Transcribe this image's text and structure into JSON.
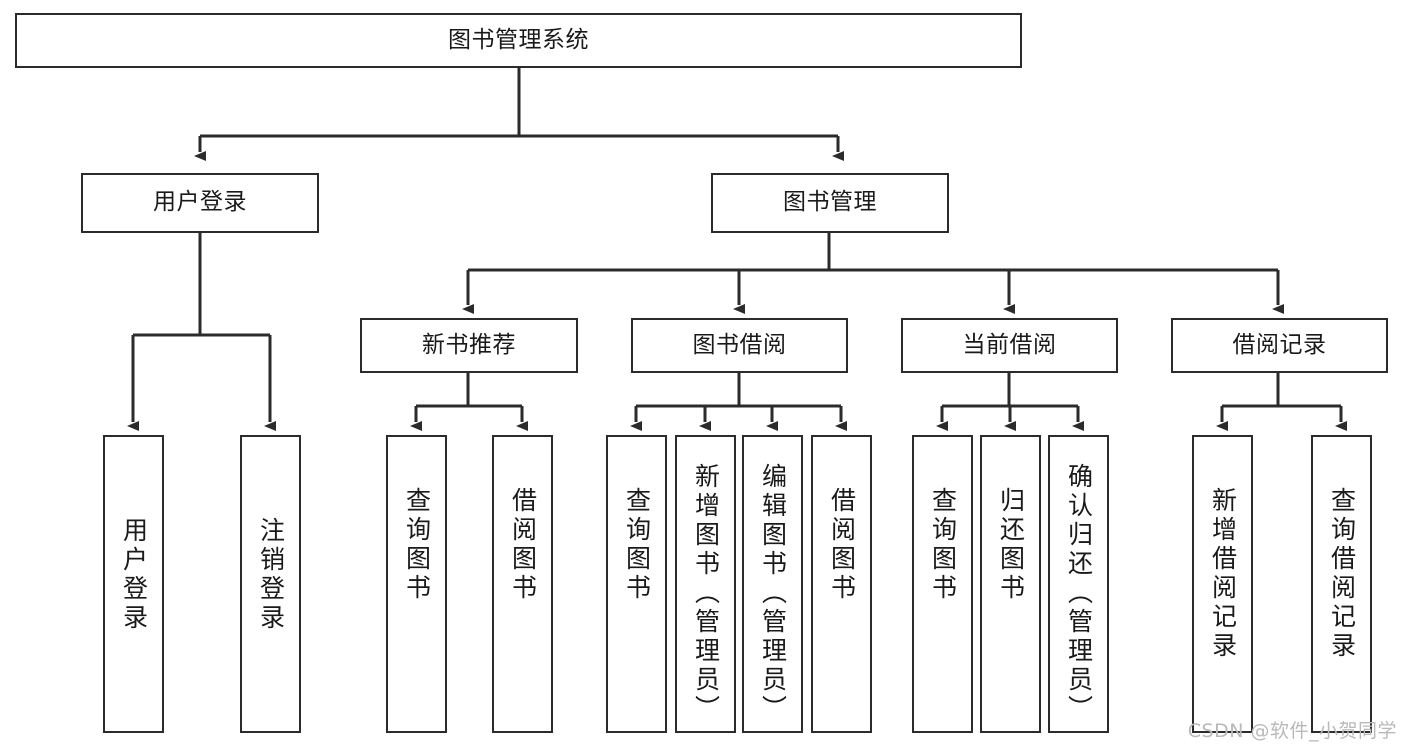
{
  "diagram": {
    "title": "图书管理系统",
    "type": "tree",
    "stroke_color": "#2b2b2b",
    "fill_color": "#ffffff",
    "text_color": "#1a1a1a"
  },
  "root": {
    "label": "图书管理系统"
  },
  "level2": [
    {
      "label": "用户登录"
    },
    {
      "label": "图书管理"
    }
  ],
  "level3": [
    {
      "label": "新书推荐"
    },
    {
      "label": "图书借阅"
    },
    {
      "label": "当前借阅"
    },
    {
      "label": "借阅记录"
    }
  ],
  "leaves": {
    "user_login": [
      {
        "label": "用户登录"
      },
      {
        "label": "注销登录"
      }
    ],
    "new_book_recommend": [
      {
        "label": "查询图书"
      },
      {
        "label": "借阅图书"
      }
    ],
    "book_borrow": [
      {
        "label": "查询图书"
      },
      {
        "label": "新增图书（管理员）"
      },
      {
        "label": "编辑图书（管理员）"
      },
      {
        "label": "借阅图书"
      }
    ],
    "current_borrow": [
      {
        "label": "查询图书"
      },
      {
        "label": "归还图书"
      },
      {
        "label": "确认归还（管理员）"
      }
    ],
    "borrow_record": [
      {
        "label": "新增借阅记录"
      },
      {
        "label": "查询借阅记录"
      }
    ]
  },
  "watermark": {
    "text": "CSDN @软件_小贺同学"
  }
}
